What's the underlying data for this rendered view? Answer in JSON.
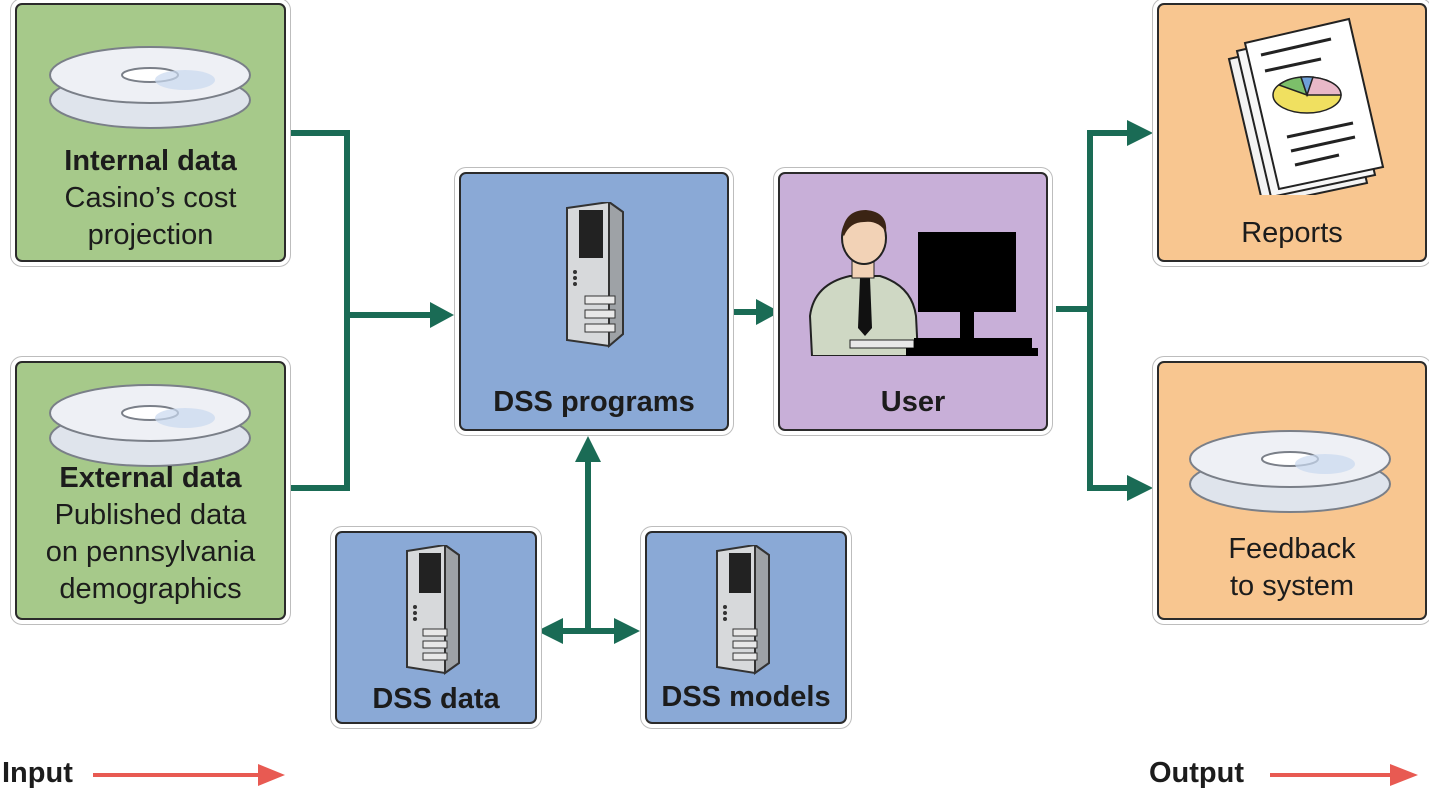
{
  "input": {
    "internal": {
      "title": "Internal data",
      "line1": "Casino’s cost",
      "line2": "projection"
    },
    "external": {
      "title": "External data",
      "line1": "Published data",
      "line2": "on pennsylvania",
      "line3": "demographics"
    }
  },
  "center": {
    "programs": "DSS programs",
    "user": "User",
    "data": "DSS data",
    "models": "DSS models"
  },
  "output": {
    "reports": "Reports",
    "feedback_line1": "Feedback",
    "feedback_line2": "to system"
  },
  "footer": {
    "input_label": "Input",
    "output_label": "Output"
  },
  "colors": {
    "connector": "#1a6b55",
    "footer_arrow": "#e85a52",
    "input_box": "#a6c98a",
    "program_box": "#8aa9d6",
    "user_box": "#c8afd8",
    "output_box": "#f8c690"
  }
}
